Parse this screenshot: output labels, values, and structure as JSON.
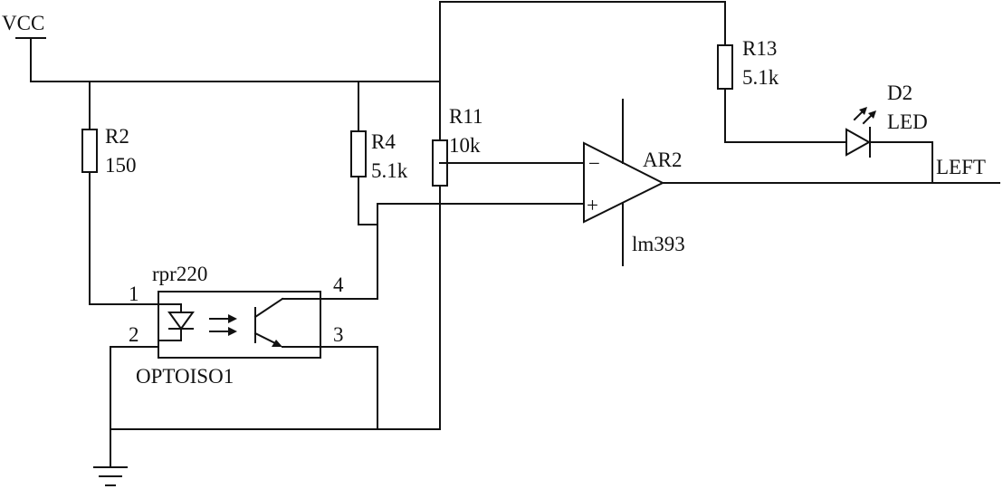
{
  "labels": {
    "vcc": "VCC",
    "r2_name": "R2",
    "r2_value": "150",
    "r4_name": "R4",
    "r4_value": "5.1k",
    "r11_name": "R11",
    "r11_value": "10k",
    "r13_name": "R13",
    "r13_value": "5.1k",
    "d2_name": "D2",
    "d2_type": "LED",
    "opamp_name": "AR2",
    "opamp_part": "lm393",
    "opamp_minus": "−",
    "opamp_plus": "+",
    "output_net": "LEFT",
    "opto_part": "rpr220",
    "opto_name": "OPTOISO1",
    "pin1": "1",
    "pin2": "2",
    "pin3": "3",
    "pin4": "4"
  }
}
